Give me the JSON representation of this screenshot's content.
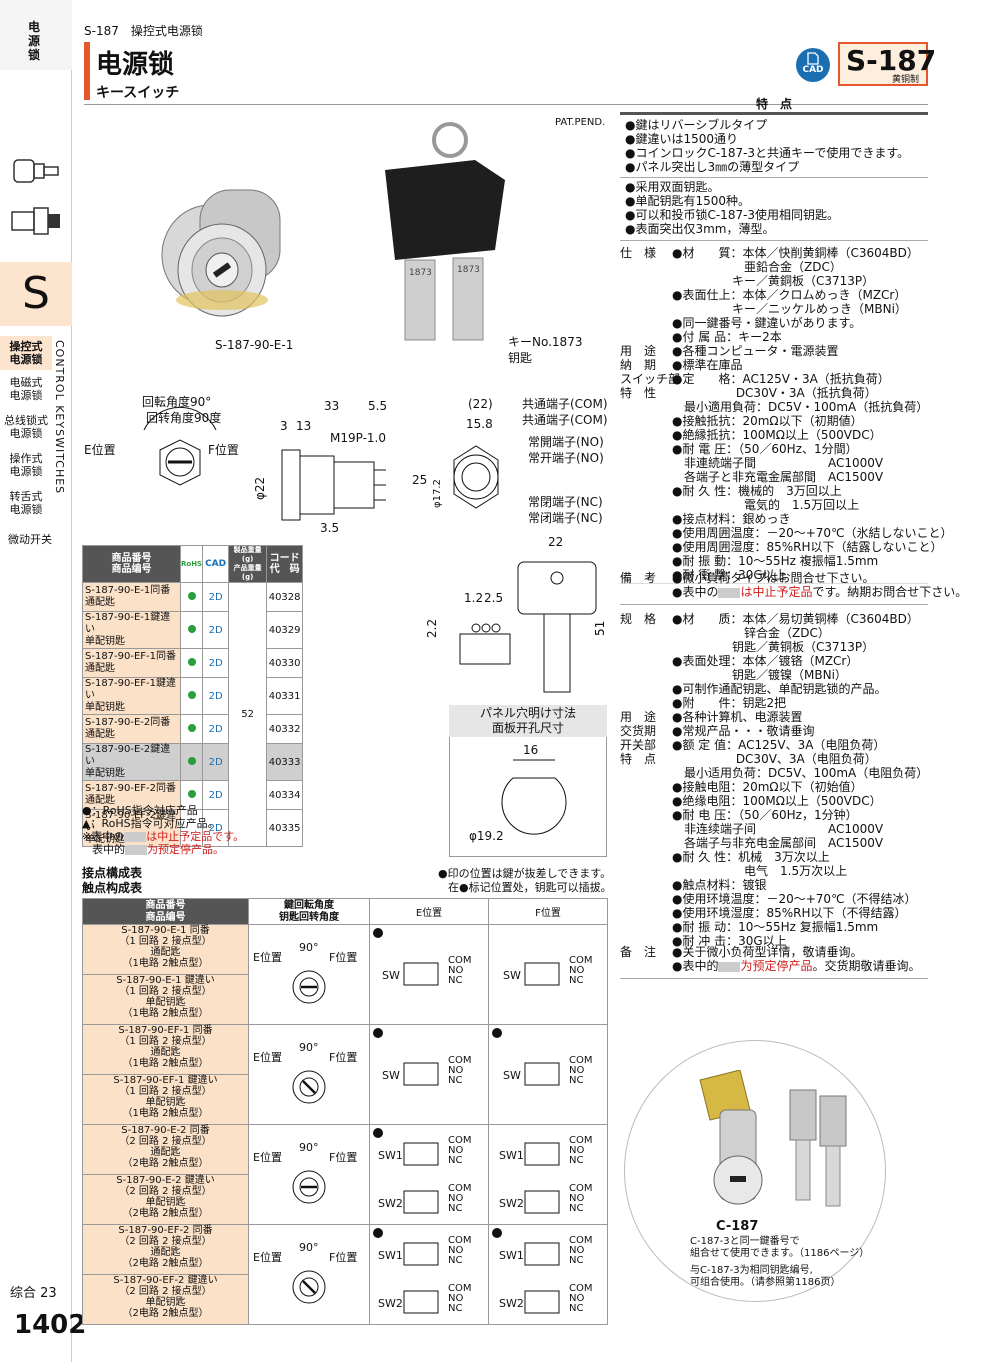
{
  "sidebar": {
    "top_label": "电源锁",
    "s_letter": "S",
    "items": [
      "操控式\n电源锁",
      "电磁式\n电源锁",
      "总线锁式\n电源锁",
      "操作式\n电源锁",
      "转舌式\n电源锁",
      "微动开关"
    ],
    "vertical_text": "CONTROL KEYSWITCHES",
    "sogo": "综合 23",
    "page": "1402"
  },
  "header": {
    "crumb": "S-187　操控式电源锁",
    "title": "电源锁",
    "subtitle": "キースイッチ",
    "cad": "CAD",
    "code": "S-187",
    "material": "黄铜制"
  },
  "images": {
    "patpend": "PAT.PEND.",
    "label1": "S-187-90-E-1",
    "label2a": "キーNo.1873",
    "label2b": "钥匙",
    "key_num": "1873"
  },
  "features": {
    "head": "特　点",
    "jp": [
      "●鍵はリバーシブルタイプ",
      "●鍵違いは1500通り",
      "●コインロックC-187-3と共通キーで使用できます。",
      "●パネル突出し3㎜の薄型タイプ"
    ],
    "cn": [
      "●采用双面钥匙。",
      "●单配钥匙有1500种。",
      "●可以和投币锁C-187-3使用相同钥匙。",
      "●表面突出仅3mm，薄型。"
    ]
  },
  "spec_jp": {
    "labels": "仕　様\n\n\n\n\n\n\n用　途\n納　期\nスイッチ部\n特　性",
    "body": "●材　　質：本体／快削黄銅棒（C3604BD）\n　　　　　　亜鉛合金（ZDC）\n　　　　　キー／黄銅板（C3713P）\n●表面仕上：本体／クロムめっき（MZCr）\n　　　　　キー／ニッケルめっき（MBNi）\n●同一鍵番号・鍵違いがあります。\n●付 属 品：キー2本\n●各種コンピュータ・電源装置\n●標準在庫品\n●定　　格：AC125V・3A（抵抗負荷）\n　　　　　 DC30V・3A（抵抗負荷）\n　最小適用負荷：DC5V・100mA（抵抗負荷）\n●接触抵抗：20mΩ以下（初期値）\n●絶縁抵抗：100MΩ以上（500VDC）\n●耐 電 圧：（50／60Hz、1分間）\n　非連続端子間　　　　　　AC1000V\n　各端子と非充電金属部間　AC1500V\n●耐 久 性：機械的　3万回以上\n　　　　　　電気的　1.5万回以上\n●接点材料：銀めっき\n●使用周囲温度：－20～+70℃（氷結しないこと）\n●使用周囲湿度：85%RH以下（結露しないこと）\n●耐 振 動：10～55Hz 複振幅1.5mm\n●耐 衝 撃：30G以上",
    "note_label": "備　考",
    "note1": "●微小負荷タイプはお問合せ下さい。",
    "note2a": "●表中の",
    "note2b": "は中止予定品",
    "note2c": "です。納期お問合せ下さい。"
  },
  "spec_cn": {
    "labels": "规　格\n\n\n\n\n\n\n用　途\n交货期\n开关部\n特　点",
    "body": "●材　　质：本体／易切黄铜棒（C3604BD）\n　　　　　　锌合金（ZDC）\n　　　　　钥匙／黄铜板（C3713P）\n●表面处理：本体／镀铬（MZCr）\n　　　　　钥匙／镀镍（MBNi）\n●可制作通配钥匙、单配钥匙锁的产品。\n●附　　件：钥匙2把\n●各种计算机、电源装置\n●常规产品・・・敬请垂询\n●额 定 值：AC125V、3A（电阻负荷）\n　　　　　 DC30V、3A（电阻负荷）\n　最小适用负荷：DC5V、100mA（电阻负荷）\n●接触电阻：20mΩ以下（初始值）\n●绝缘电阻：100MΩ以上（500VDC）\n●耐 电 压：（50／60Hz，1分钟）\n　非连续端子间　　　　　　AC1000V\n　各端子与非充电金属部间　AC1500V\n●耐 久 性：机械　3万次以上\n　　　　　　电气　1.5万次以上\n●触点材料：镀银\n●使用环境温度：－20～+70℃（不得结冰）\n●使用环境湿度：85%RH以下（不得结露）\n●耐 振 动：10～55Hz 复振幅1.5mm\n●耐 冲 击：30G以上",
    "note_label": "备　注",
    "note1": "●关于微小负荷型详情，敬请垂询。",
    "note2a": "●表中的",
    "note2b": "为预定停产品",
    "note2c": "。交货期敬请垂询。"
  },
  "drawing": {
    "rot_jp": "回転角度90°",
    "rot_cn": "回转角度90度",
    "e_pos": "E位置",
    "f_pos": "F位置",
    "d33": "33",
    "d55": "5.5",
    "d3": "3",
    "d13": "13",
    "thread": "M19P-1.0",
    "phi22": "φ22",
    "d35": "3.5",
    "d22p": "(22)",
    "d158": "15.8",
    "phi172": "φ17.2",
    "d25": "25",
    "com_jp": "共通端子(COM)",
    "com_cn": "共通端子(COM)",
    "no_jp": "常開端子(NO)",
    "no_cn": "常开端子(NO)",
    "nc_jp": "常閉端子(NC)",
    "nc_cn": "常闭端子(NC)",
    "k22": "22",
    "k12": "1.2",
    "k25": "2.5",
    "k22b": "2.2",
    "k51": "51"
  },
  "panel": {
    "head1": "パネル穴明け寸法",
    "head2": "面板开孔尺寸",
    "d16": "16",
    "phi": "φ19.2"
  },
  "product_table": {
    "headers": [
      "商品番号\n商品编号",
      "RoHS",
      "CAD",
      "製品重量(g)\n产品重量(g)",
      "コード\n代　码"
    ],
    "weight": "52",
    "rows": [
      {
        "name": "S-187-90-E-1同番\n通配匙",
        "cad": "2D",
        "code": "40328",
        "grey": false
      },
      {
        "name": "S-187-90-E-1鍵違い\n单配钥匙",
        "cad": "2D",
        "code": "40329",
        "grey": false
      },
      {
        "name": "S-187-90-EF-1同番\n通配匙",
        "cad": "2D",
        "code": "40330",
        "grey": false
      },
      {
        "name": "S-187-90-EF-1鍵違い\n单配钥匙",
        "cad": "2D",
        "code": "40331",
        "grey": false
      },
      {
        "name": "S-187-90-E-2同番\n通配匙",
        "cad": "2D",
        "code": "40332",
        "grey": false
      },
      {
        "name": "S-187-90-E-2鍵違い\n单配钥匙",
        "cad": "2D",
        "code": "40333",
        "grey": true
      },
      {
        "name": "S-187-90-EF-2同番\n通配匙",
        "cad": "2D",
        "code": "40334",
        "grey": false
      },
      {
        "name": "S-187-90-EF-2鍵違い\n单配钥匙",
        "cad": "2D",
        "code": "40335",
        "grey": false
      }
    ],
    "notes": [
      "●：RoHS指令対応产品",
      "▲：RoHS指令可对应产品。",
      "※表中の",
      "は中止予定品です。",
      "表中的",
      "为预定停产品。"
    ]
  },
  "contact": {
    "title1": "接点構成表",
    "title2": "触点构成表",
    "hint1": "●印の位置は鍵が抜差しできます。",
    "hint2": "在●标记位置处，钥匙可以插拔。",
    "headers": [
      "商品番号\n商品编号",
      "鍵回転角度\n钥匙回转角度",
      "E位置",
      "F位置"
    ],
    "rows": [
      "S-187-90-E-1 同番\n（1 回路 2 接点型）\n通配匙\n（1电路 2触点型）",
      "S-187-90-E-1 鍵違い\n（1 回路 2 接点型）\n单配钥匙\n（1电路 2触点型）",
      "S-187-90-EF-1 同番\n（1 回路 2 接点型）\n通配匙\n（1电路 2触点型）",
      "S-187-90-EF-1 鍵違い\n（1 回路 2 接点型）\n单配钥匙\n（1电路 2触点型）",
      "S-187-90-E-2 同番\n（2 回路 2 接点型）\n通配匙\n（2电路 2触点型）",
      "S-187-90-E-2 鍵違い\n（2 回路 2 接点型）\n单配钥匙\n（2电路 2触点型）",
      "S-187-90-EF-2 同番\n（2 回路 2 接点型）\n通配匙\n（2电路 2触点型）",
      "S-187-90-EF-2 鍵違い\n（2 回路 2 接点型）\n单配钥匙\n（2电路 2触点型）"
    ],
    "deg": "90°",
    "e": "E位置",
    "f": "F位置",
    "sw": "SW",
    "sw1": "SW1",
    "sw2": "SW2",
    "com": "COM",
    "no": "NO",
    "nc": "NC"
  },
  "c187": {
    "label": "C-187",
    "jp": "C-187-3と同一鍵番号で\n組合せて使用できます。（1186ページ）",
    "cn": "与C-187-3为相同钥匙编号,\n可组合使用。（请参照第1186页）"
  }
}
